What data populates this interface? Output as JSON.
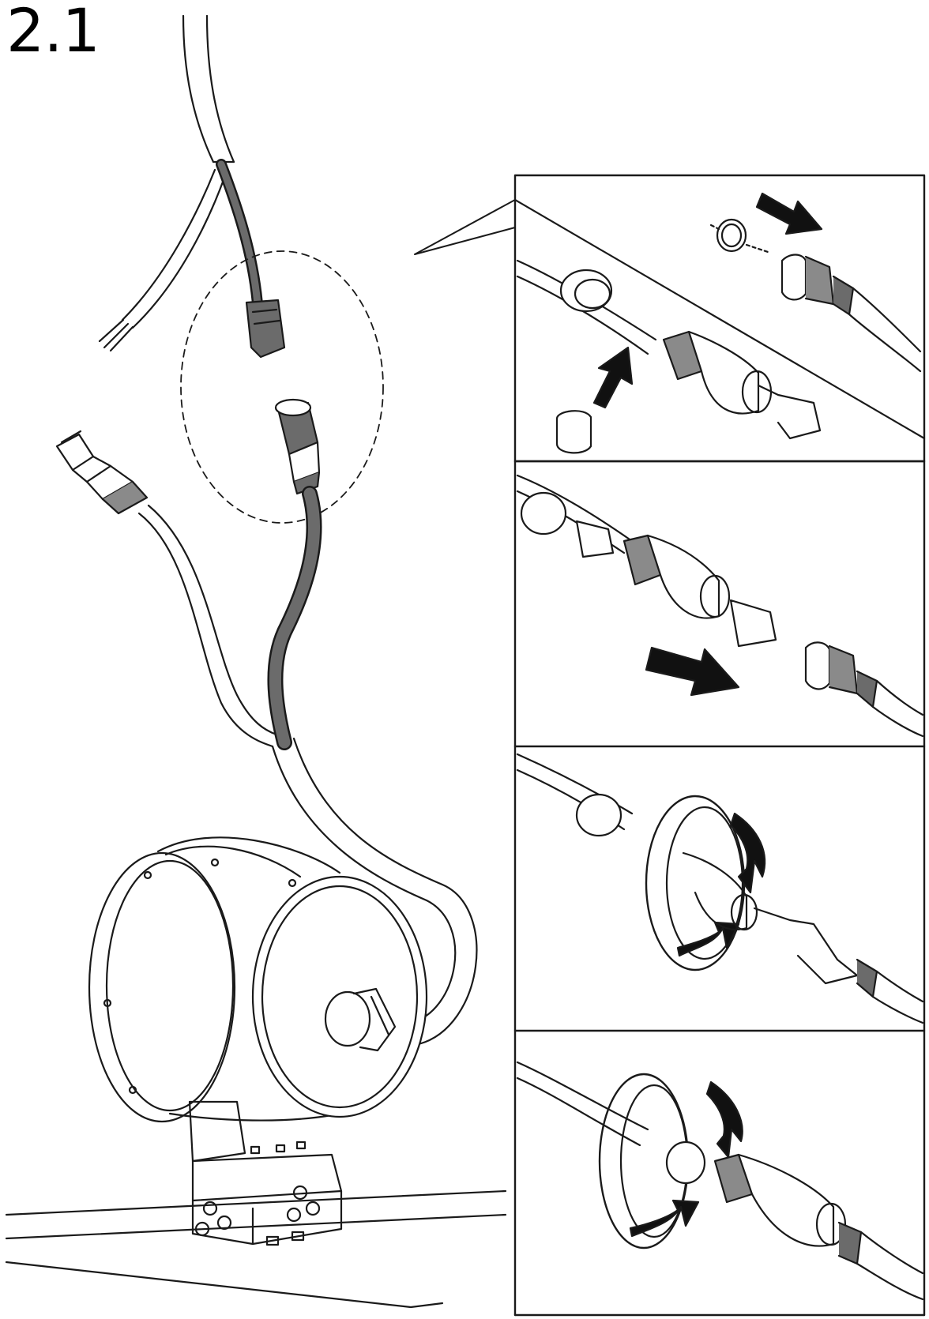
{
  "step": {
    "number": "2.1"
  },
  "colors": {
    "line": "#1a1a1a",
    "dark_cable": "#6b6b6b",
    "fill_light": "#ffffff",
    "shade": "#8a8a8a"
  },
  "panels": [
    {
      "id": "panel-1",
      "content": "waterproof-kit-parts"
    },
    {
      "id": "panel-2",
      "content": "insert-connector"
    },
    {
      "id": "panel-3",
      "content": "rotate-lock-nut"
    },
    {
      "id": "panel-4",
      "content": "tighten-end-cap"
    }
  ]
}
